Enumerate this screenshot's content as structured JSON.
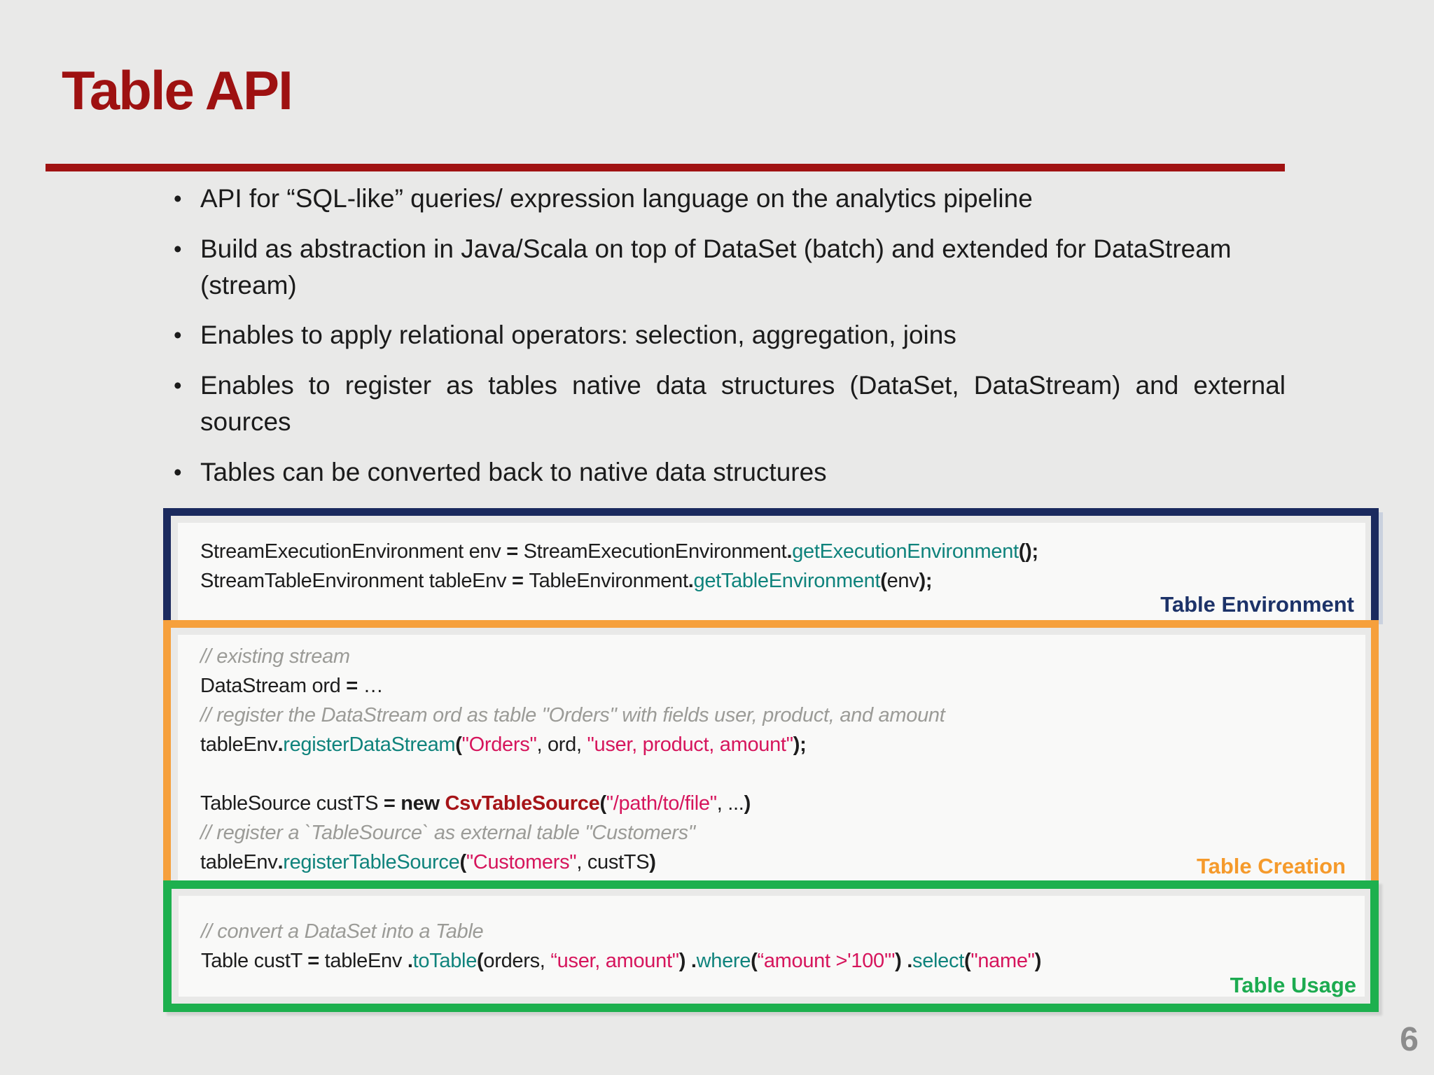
{
  "title": {
    "text": "Table API"
  },
  "bullet_char": "•",
  "bullets": [
    {
      "text": "API for “SQL-like” queries/ expression language on the analytics pipeline",
      "justify": false
    },
    {
      "text": "Build as abstraction in Java/Scala on top of DataSet (batch) and extended for DataStream (stream)",
      "justify": false
    },
    {
      "text": "Enables to apply relational operators: selection, aggregation, joins",
      "justify": false
    },
    {
      "text": "Enables to register as tables native data structures (DataSet, DataStream) and external sources",
      "justify": true
    },
    {
      "text": "Tables can be converted back to native data structures",
      "justify": false
    }
  ],
  "colors": {
    "slide_background": "#e9e9e8",
    "title_red": "#9e1111",
    "rule_red": "#a01212",
    "box_environment_border": "#1b2a5e",
    "box_creation_border": "#f6a03c",
    "box_usage_border": "#1db04e",
    "label_environment": "#1c3268",
    "label_creation": "#f59a2b",
    "label_usage": "#1cab50",
    "code_method": "#0f837c",
    "code_string": "#d6155c",
    "code_class": "#a61418",
    "code_comment": "#9b9b97",
    "page_number_gray": "#8c8c8c"
  },
  "boxes": [
    {
      "label": "Table Environment",
      "lines": [
        [
          {
            "t": "StreamExecutionEnvironment env "
          },
          {
            "t": "= ",
            "b": true
          },
          {
            "t": "StreamExecutionEnvironment"
          },
          {
            "t": ".",
            "b": true
          },
          {
            "t": "getExecutionEnvironment",
            "k": "method"
          },
          {
            "t": "()",
            "b": true
          },
          {
            "t": ";",
            "b": true
          }
        ],
        [
          {
            "t": "StreamTableEnvironment tableEnv "
          },
          {
            "t": "= ",
            "b": true
          },
          {
            "t": "TableEnvironment"
          },
          {
            "t": ".",
            "b": true
          },
          {
            "t": "getTableEnvironment",
            "k": "method"
          },
          {
            "t": "(",
            "b": true
          },
          {
            "t": "env"
          },
          {
            "t": ")",
            "b": true
          },
          {
            "t": ";",
            "b": true
          }
        ]
      ]
    },
    {
      "label": "Table Creation",
      "lines": [
        [
          {
            "t": "// existing stream",
            "k": "comment"
          }
        ],
        [
          {
            "t": "DataStream ord "
          },
          {
            "t": "= ",
            "b": true
          },
          {
            "t": "…"
          }
        ],
        [
          {
            "t": "// register the DataStream ord as table \"Orders\" with fields user, product, and amount",
            "k": "comment"
          }
        ],
        [
          {
            "t": "tableEnv"
          },
          {
            "t": ".",
            "b": true
          },
          {
            "t": "registerDataStream",
            "k": "method"
          },
          {
            "t": "(",
            "b": true
          },
          {
            "t": "\"Orders\"",
            "k": "string"
          },
          {
            "t": ", ord, "
          },
          {
            "t": "\"user, product, amount\"",
            "k": "string"
          },
          {
            "t": ")",
            "b": true
          },
          {
            "t": ";",
            "b": true
          }
        ],
        [],
        [
          {
            "t": "TableSource custTS "
          },
          {
            "t": "= new ",
            "b": true
          },
          {
            "t": "CsvTableSource",
            "k": "class"
          },
          {
            "t": "(",
            "b": true
          },
          {
            "t": "\"/path/to/file\"",
            "k": "string"
          },
          {
            "t": ", ..."
          },
          {
            "t": ")",
            "b": true
          }
        ],
        [
          {
            "t": "// register a `TableSource` as external table \"Customers\"",
            "k": "comment"
          }
        ],
        [
          {
            "t": "tableEnv"
          },
          {
            "t": ".",
            "b": true
          },
          {
            "t": "registerTableSource",
            "k": "method"
          },
          {
            "t": "(",
            "b": true
          },
          {
            "t": "\"Customers\"",
            "k": "string"
          },
          {
            "t": ", custTS"
          },
          {
            "t": ")",
            "b": true
          }
        ]
      ]
    },
    {
      "label": "Table Usage",
      "lines": [
        [
          {
            "t": "// convert a DataSet into a Table",
            "k": "comment"
          }
        ],
        [
          {
            "t": "Table custT "
          },
          {
            "t": "= ",
            "b": true
          },
          {
            "t": "tableEnv "
          },
          {
            "t": ".",
            "b": true
          },
          {
            "t": "toTable",
            "k": "method"
          },
          {
            "t": "(",
            "b": true
          },
          {
            "t": "orders, "
          },
          {
            "t": "“user, amount\"",
            "k": "string"
          },
          {
            "t": ") ",
            "b": true
          },
          {
            "t": ".",
            "b": true
          },
          {
            "t": "where",
            "k": "method"
          },
          {
            "t": "(",
            "b": true
          },
          {
            "t": "“amount >'100'\"",
            "k": "string"
          },
          {
            "t": ") ",
            "b": true
          },
          {
            "t": ".",
            "b": true
          },
          {
            "t": "select",
            "k": "method"
          },
          {
            "t": "(",
            "b": true
          },
          {
            "t": "\"name\"",
            "k": "string"
          },
          {
            "t": ")",
            "b": true
          }
        ]
      ]
    }
  ],
  "page": {
    "number": "6"
  }
}
